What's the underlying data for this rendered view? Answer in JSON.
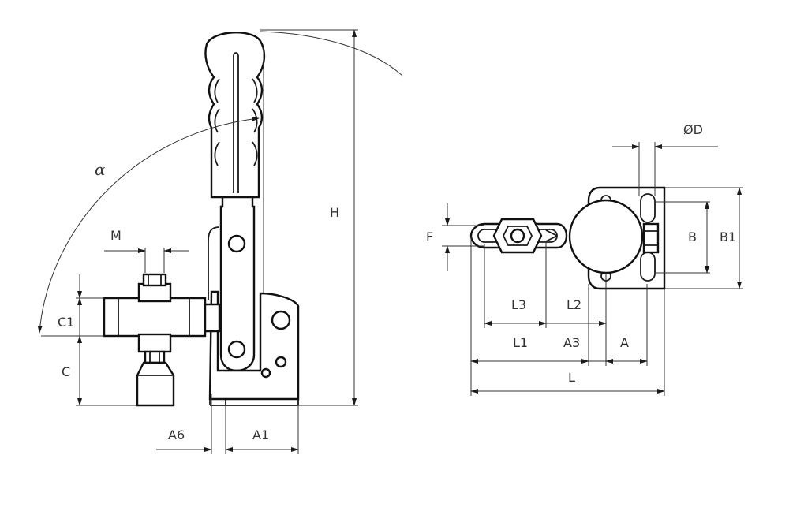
{
  "views": {
    "side": {
      "labels": {
        "M": "M",
        "C1": "C1",
        "C": "C",
        "A6": "A6",
        "A1": "A1",
        "H": "H",
        "alpha": "α"
      }
    },
    "top": {
      "labels": {
        "F": "F",
        "L3": "L3",
        "L2": "L2",
        "L1": "L1",
        "A3": "A3",
        "A": "A",
        "L": "L",
        "OD": "ØD",
        "B": "B",
        "B1": "B1"
      }
    }
  }
}
